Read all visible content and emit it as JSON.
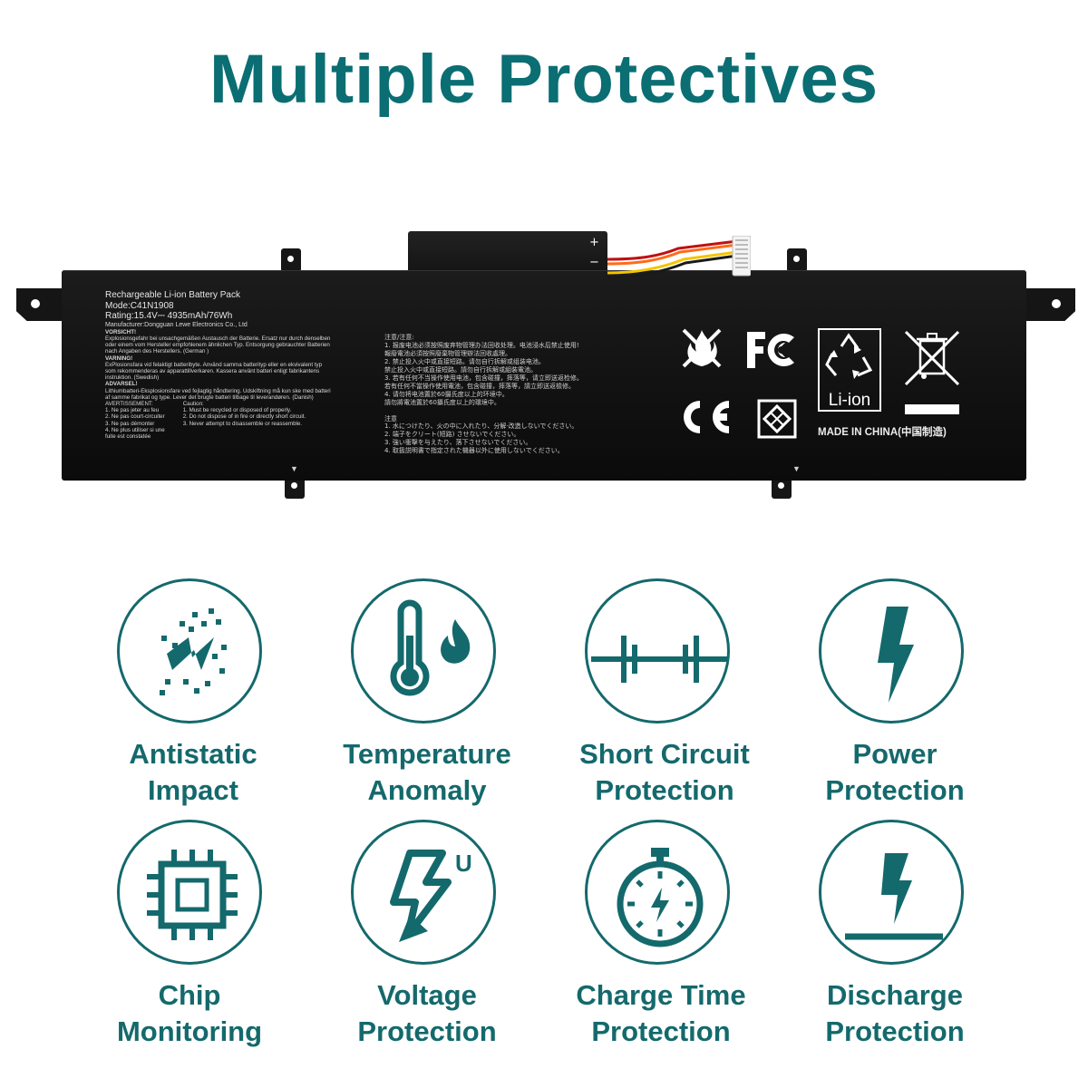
{
  "title": "Multiple Protectives",
  "battery": {
    "label_lines": [
      "Rechargeable Li-ion Battery Pack",
      "Mode:C41N1908",
      "Rating:15.4V⎓ 4935mAh/76Wh",
      "Manufacturer:Dongguan Lewe Electronics Co., Ltd"
    ],
    "warning_german_title": "VORSICHT!",
    "warning_german": "Explosionsgefahr bei unsachgemäßen Austausch der Batterie. Ersatz nur durch denselben oder einem vom Hersteller empfohlenem ähnlichen Typ. Entsorgung gebrauchter Batterien nach Angaben des Herstellers. (German )",
    "warning_swedish_title": "VARNING!",
    "warning_swedish": "ExPlosionsfara vid felaktigt batteribyte. Använd samma batterityp eller en ekvivalent typ som rekommenderas av apparattillverkaren. Kassera använt batteri enligt fabrikantens instruktion. (Swedish)",
    "warning_danish_title": "ADVARSEL!",
    "warning_danish": "Lithiumbatteri-Eksplosionsfare ved fejlagtig håndtering. Udskiftning må kun ske med batteri af samme fabrikat og type. Lever det brugte batteri tilbage til leverandøren. (Danish)",
    "french_title": "AVERTISSEMENT:",
    "french_items": [
      "1. Ne pas jeter au feu",
      "2. Ne pas court-circuiter",
      "3. Ne pas démonter",
      "4. Ne plus utiliser si une",
      "   fuite est constatée"
    ],
    "caution_title": "Caution:",
    "caution_items": [
      "1. Must be recycled or disposed of properly.",
      "2. Do not dispose of in fire or directly short circuit.",
      "3. Never attempt to disassemble or reassemble."
    ],
    "cn_lines": [
      "注意/注意:",
      "1. 报废电池必须按照废弃物管理办法回收处理。电池浸水后禁止使用!",
      "   報廢電池必須按照廢棄物管理辦法回收處理。",
      "2. 禁止投入火中或直接短路。请勿自行拆解或组装电池。",
      "   禁止投入火中或直接短路。請勿自行拆解或組裝電池。",
      "3. 若有任何不当操作使用电池，包含碰撞，摔落等，请立即送返检修。",
      "   若有任何不當操作使用電池，包含碰撞，摔落等，請立即送返檢修。",
      "4. 请勿将电池置於60摄氏度以上的环境中。",
      "   請勿將電池置於60攝氏度以上的環境中。",
      "",
      "注意",
      "1. 水につけたり、火の中に入れたり、分解·改造しないでください。",
      "2. 端子をクリート(短路) させないでください。",
      "3. 強い衝撃を与えたり、落下させないでください。",
      "4. 取扱説明書で指定された機器以外に使用しないでください。"
    ],
    "liion_text": "Li-ion",
    "made_in": "MADE IN CHINA(中国制造)",
    "plus": "+",
    "minus": "−"
  },
  "features": [
    {
      "line1": "Antistatic",
      "line2": "Impact",
      "icon": "antistatic-icon"
    },
    {
      "line1": "Temperature",
      "line2": "Anomaly",
      "icon": "thermometer-flame-icon"
    },
    {
      "line1": "Short Circuit",
      "line2": "Protection",
      "icon": "short-circuit-icon"
    },
    {
      "line1": "Power",
      "line2": "Protection",
      "icon": "lightning-bolt-icon"
    },
    {
      "line1": "Chip",
      "line2": "Monitoring",
      "icon": "chip-icon"
    },
    {
      "line1": "Voltage",
      "line2": "Protection",
      "icon": "voltage-bolt-icon"
    },
    {
      "line1": "Charge Time",
      "line2": "Protection",
      "icon": "stopwatch-icon"
    },
    {
      "line1": "Discharge",
      "line2": "Protection",
      "icon": "discharge-icon"
    }
  ],
  "colors": {
    "accent": "#14696c",
    "title": "#0a6e73",
    "battery": "#141414"
  }
}
